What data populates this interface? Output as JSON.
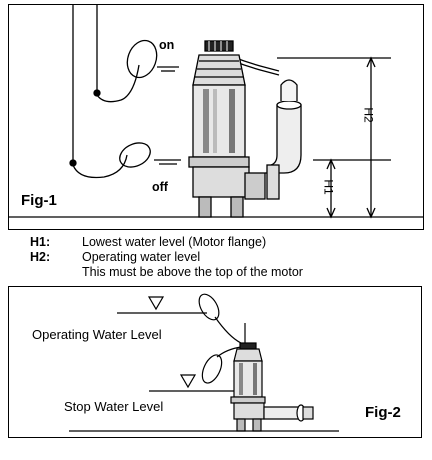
{
  "fig1": {
    "caption": "Fig-1",
    "float_on_label": "on",
    "float_off_label": "off",
    "h1_label": "H1",
    "h2_label": "H2"
  },
  "legend": [
    {
      "key": "H1",
      "sep": ":",
      "text": "Lowest water level (Motor flange)"
    },
    {
      "key": "H2",
      "sep": ":",
      "text": "Operating water level"
    },
    {
      "key": "",
      "sep": "",
      "text": "This must be above the top of the motor"
    }
  ],
  "fig2": {
    "caption": "Fig-2",
    "operating_label": "Operating Water Level",
    "stop_label": "Stop Water Level"
  }
}
